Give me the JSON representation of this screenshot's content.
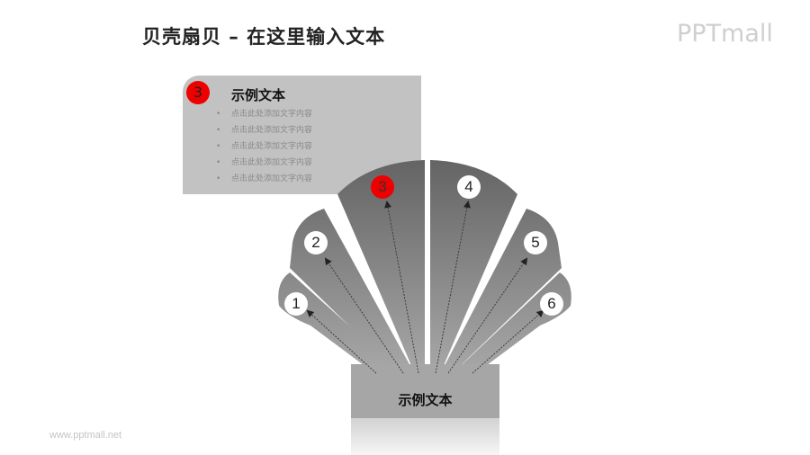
{
  "header": {
    "title": "贝壳扇贝 – 在这里输入文本",
    "logo": "PPTmall"
  },
  "footer": {
    "url": "www.pptmall.net"
  },
  "callout": {
    "badge": "3",
    "heading": "示例文本",
    "bullets": [
      "点击此处添加文字内容",
      "点击此处添加文字内容",
      "点击此处添加文字内容",
      "点击此处添加文字内容",
      "点击此处添加文字内容"
    ]
  },
  "shell": {
    "base_label": "示例文本",
    "petals": [
      {
        "number": "1",
        "active": false
      },
      {
        "number": "2",
        "active": false
      },
      {
        "number": "3",
        "active": true
      },
      {
        "number": "4",
        "active": false
      },
      {
        "number": "5",
        "active": false
      },
      {
        "number": "6",
        "active": false
      }
    ]
  },
  "colors": {
    "accent_red": "#ee0000",
    "petal_dark": "#6a6a6a",
    "petal_light": "#a8a8a8",
    "callout_bg": "#c2c2c2"
  }
}
